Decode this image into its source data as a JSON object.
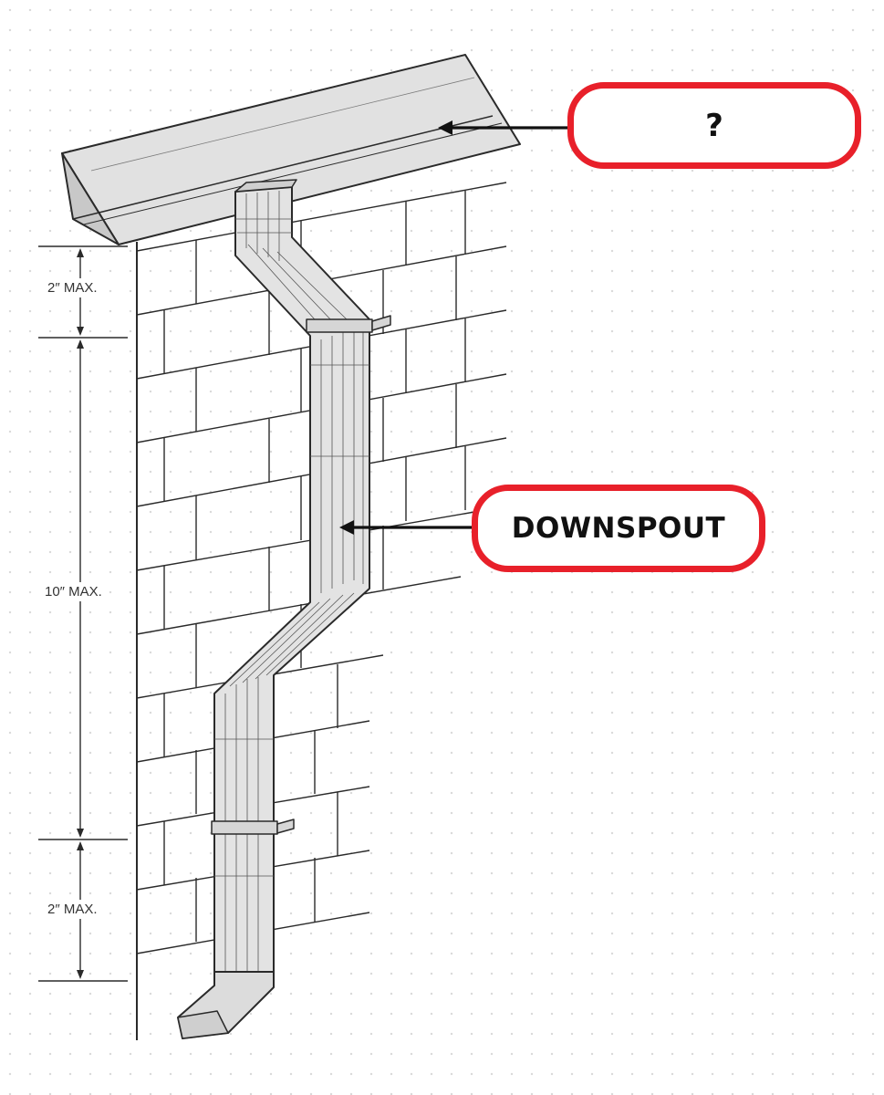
{
  "callouts": {
    "gutter_label": "?",
    "downspout_label": "DOWNSPOUT"
  },
  "dimensions": {
    "top": "2″ MAX.",
    "middle": "10″ MAX.",
    "bottom": "2″ MAX."
  },
  "colors": {
    "callout_border": "#e8202a",
    "line_art": "#2a2a2a",
    "gutter_fill": "#e1e1e1"
  }
}
